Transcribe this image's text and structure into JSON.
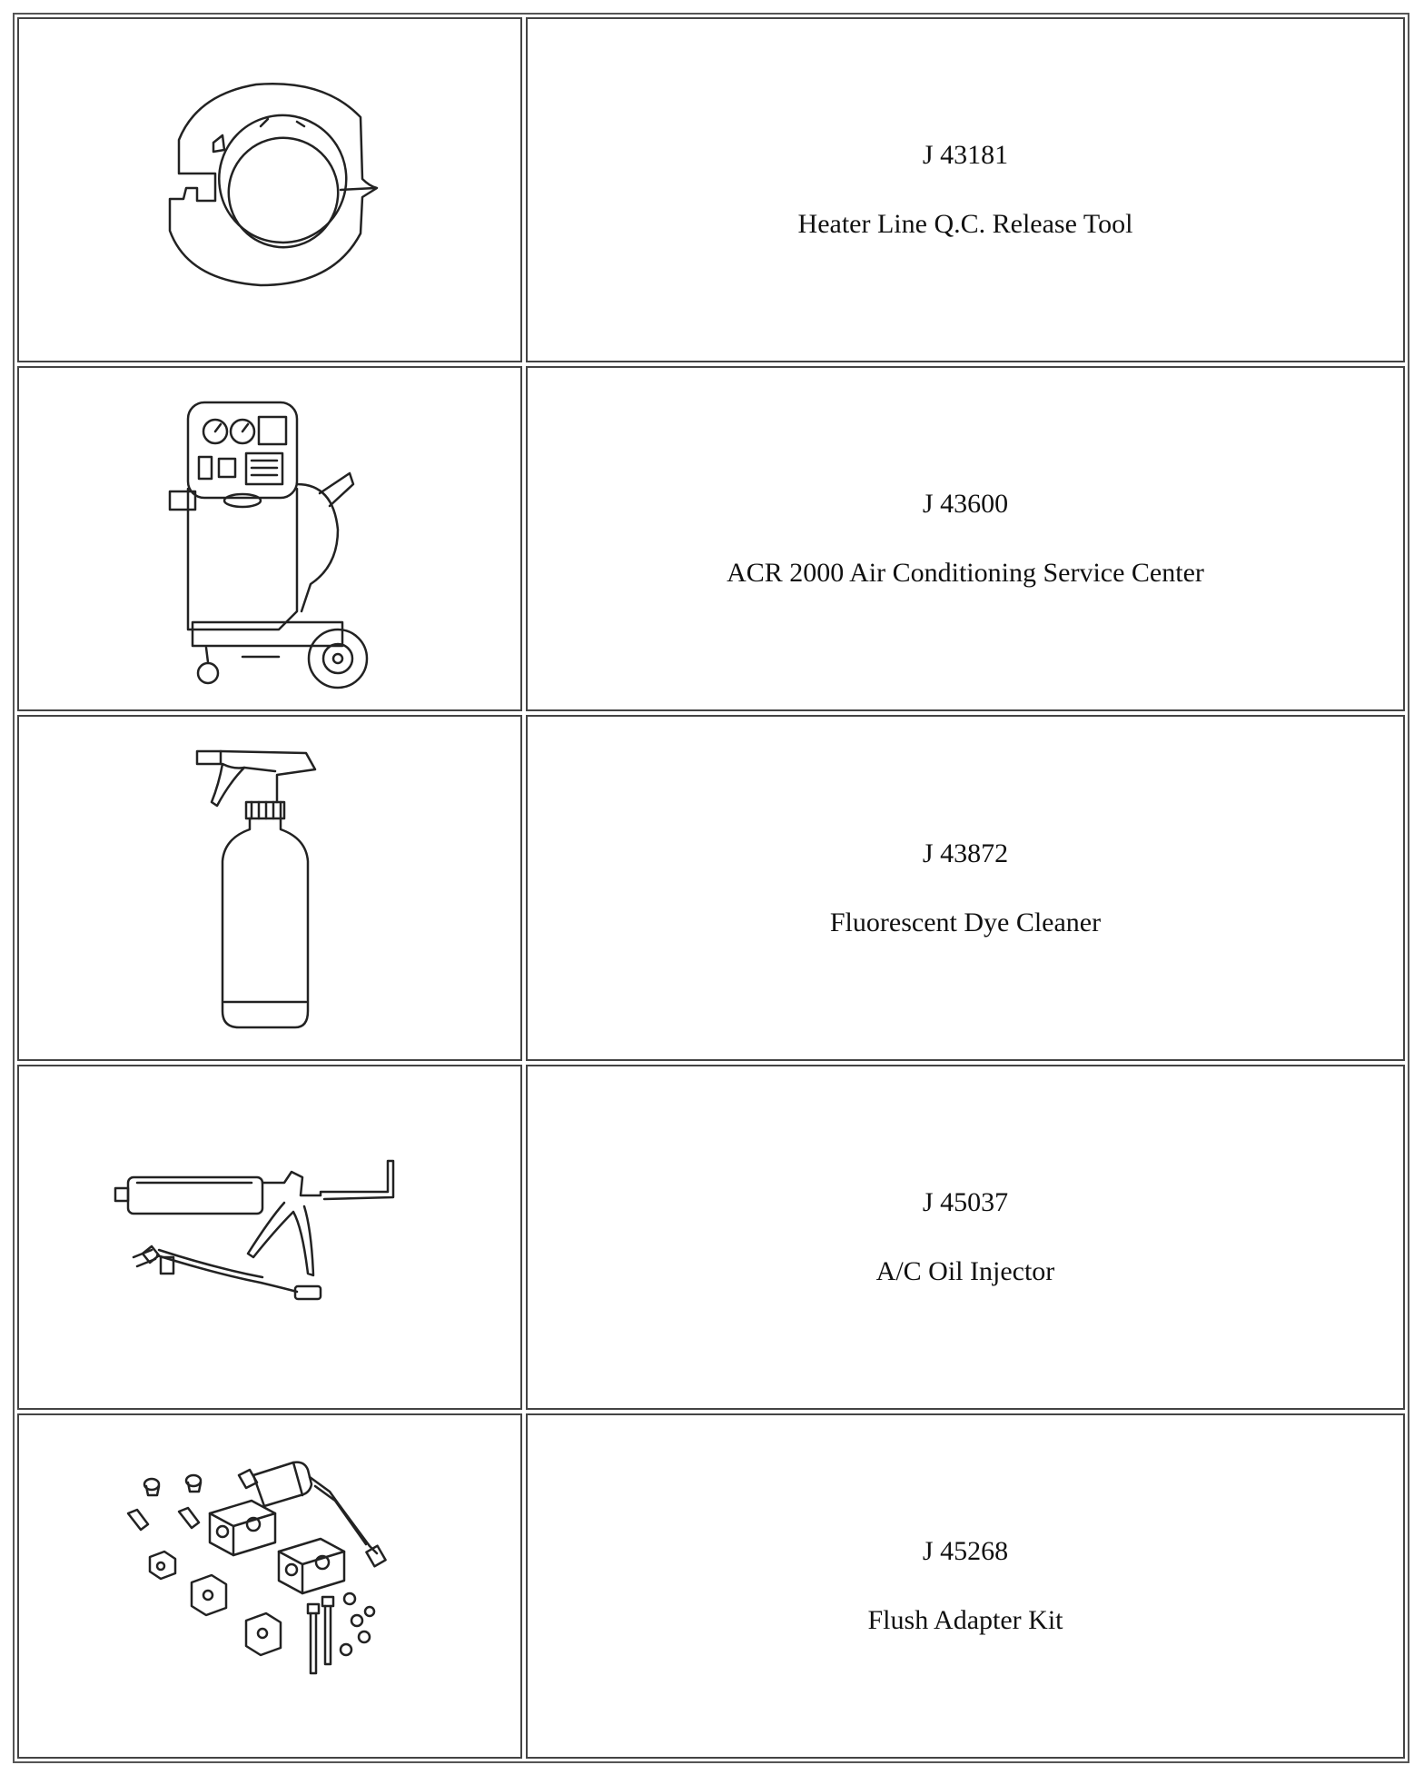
{
  "tools": [
    {
      "part_number": "J 43181",
      "name": "Heater Line Q.C. Release Tool",
      "icon": "release-tool-icon"
    },
    {
      "part_number": "J 43600",
      "name": "ACR 2000 Air Conditioning Service Center",
      "icon": "service-center-icon"
    },
    {
      "part_number": "J 43872",
      "name": "Fluorescent Dye Cleaner",
      "icon": "spray-bottle-icon"
    },
    {
      "part_number": "J 45037",
      "name": "A/C Oil Injector",
      "icon": "oil-injector-icon"
    },
    {
      "part_number": "J 45268",
      "name": "Flush Adapter Kit",
      "icon": "adapter-kit-icon"
    }
  ]
}
